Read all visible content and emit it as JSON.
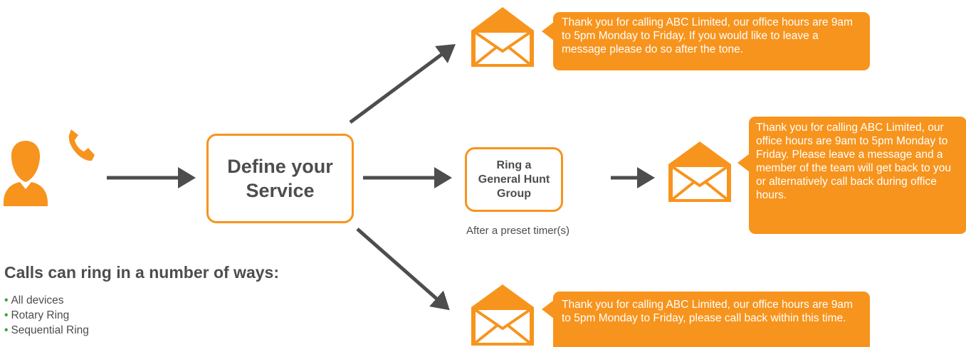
{
  "service_box": {
    "label": "Define your Service"
  },
  "hunt_group_box": {
    "label": "Ring a General Hunt Group"
  },
  "timer_caption": "After a preset timer(s)",
  "messages": {
    "top": "Thank you for calling ABC Limited, our office hours are 9am to 5pm Monday to Friday. If you would like to leave a message please do so after the tone.",
    "middle": "Thank you for calling ABC Limited, our office hours are 9am to 5pm Monday to Friday. Please leave a message and a member of the team will get back to you or alternatively call back during office hours.",
    "bottom": "Thank you for calling ABC Limited, our office hours are 9am to 5pm Monday to Friday, please call back within this time."
  },
  "ring_options": {
    "title": "Calls can ring in a number of ways:",
    "items": [
      "All devices",
      "Rotary Ring",
      "Sequential Ring"
    ]
  },
  "icons": [
    "caller-icon",
    "phone-handset-icon",
    "envelope-icon"
  ],
  "colors": {
    "accent": "#f7941d",
    "arrow": "#4d4d4f",
    "bullet": "#3aa935",
    "text": "#4d4d4f"
  }
}
